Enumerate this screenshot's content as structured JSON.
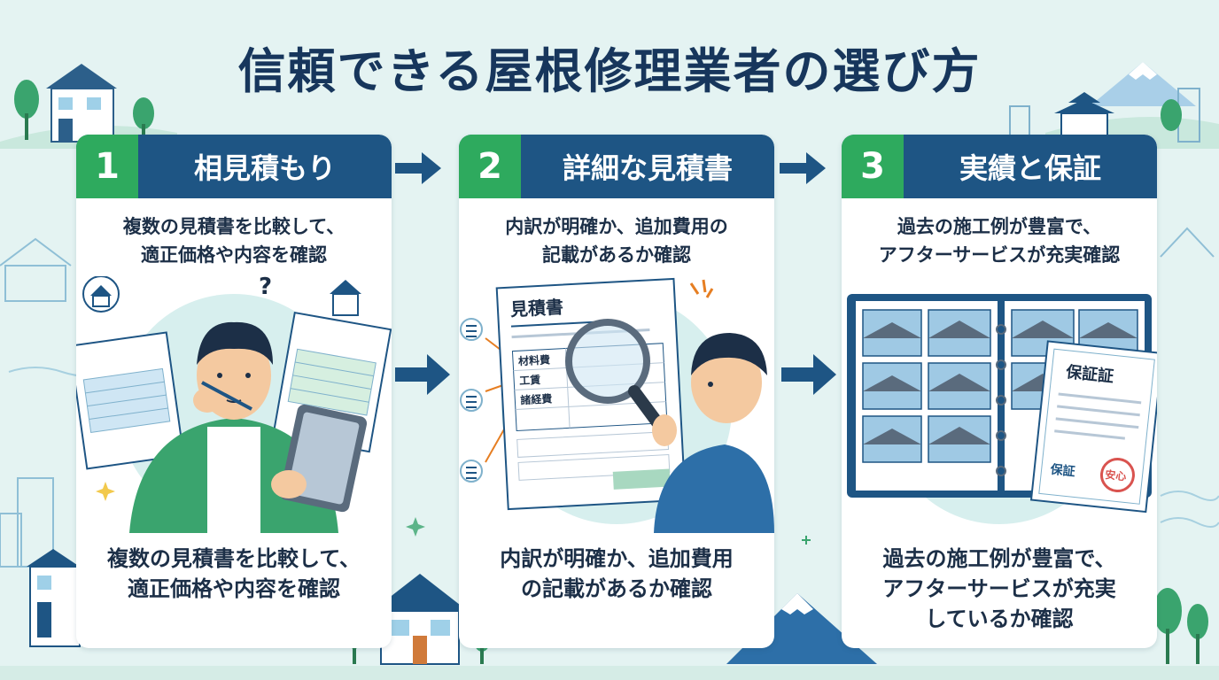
{
  "title": "信頼できる屋根修理業者の選び方",
  "steps": [
    {
      "number": "1",
      "title": "相見積もり",
      "desc_lines": [
        "複数の見積書を比較して、",
        "適正価格や内容を確認"
      ],
      "note_lines": [
        "複数の見積書を比較して、",
        "適正価格や内容を確認"
      ],
      "illustration": {
        "question_mark": "?"
      }
    },
    {
      "number": "2",
      "title": "詳細な見積書",
      "desc_lines": [
        "内訳が明確か、追加費用の",
        "記載があるか確認"
      ],
      "note_lines": [
        "内訳が明確か、追加費用",
        "の記載があるか確認"
      ],
      "illustration": {
        "doc_title": "見積書",
        "doc_items": [
          "材料費",
          "工賃",
          "諸経費"
        ]
      }
    },
    {
      "number": "3",
      "title": "実績と保証",
      "desc_lines": [
        "過去の施工例が豊富で、",
        "アフターサービスが充実確認"
      ],
      "note_lines": [
        "過去の施工例が豊富で、",
        "アフターサービスが充実",
        "しているか確認"
      ],
      "illustration": {
        "certificate_title": "保証証",
        "certificate_label": "保証",
        "stamp_text": "安心"
      }
    }
  ],
  "icons": [
    "house-icon",
    "magnifier-icon",
    "arrow-right-icon",
    "stamp-icon",
    "mount-fuji-icon"
  ],
  "colors": {
    "background": "#e4f3f2",
    "header_blue": "#1e5584",
    "number_green": "#2eaa5e",
    "title_navy": "#17365c",
    "arrow_blue": "#1e5584"
  }
}
